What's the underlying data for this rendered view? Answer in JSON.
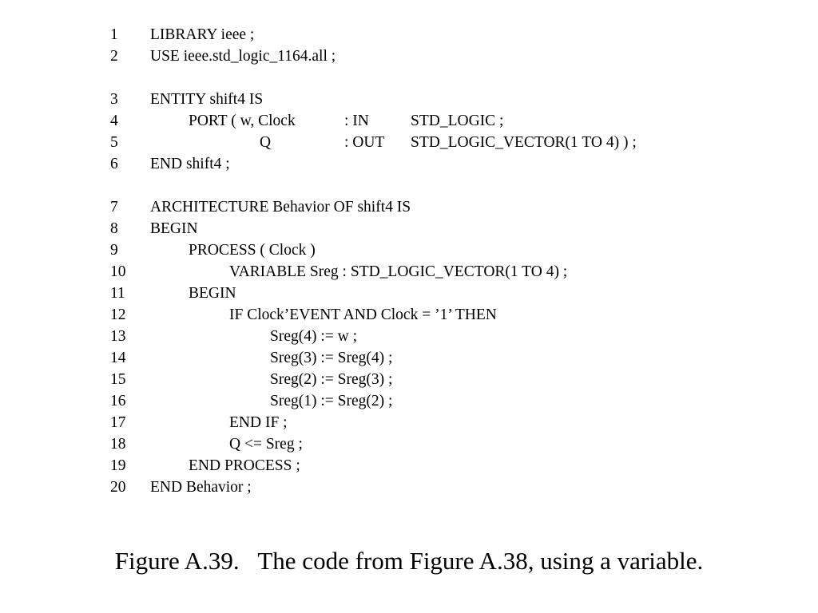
{
  "code_listing": {
    "lines": [
      {
        "number": "1",
        "text": "LIBRARY ieee ;"
      },
      {
        "number": "2",
        "text": "USE ieee.std_logic_1164.all ;"
      },
      {
        "number": "3",
        "text": "ENTITY shift4 IS"
      },
      {
        "number": "4",
        "parts": [
          "PORT ( w, Clock",
          ": IN",
          "STD_LOGIC ;"
        ]
      },
      {
        "number": "5",
        "parts": [
          "Q",
          ": OUT",
          "STD_LOGIC_VECTOR(1 TO 4) ) ;"
        ]
      },
      {
        "number": "6",
        "text": "END shift4 ;"
      },
      {
        "number": "7",
        "text": "ARCHITECTURE Behavior OF shift4 IS"
      },
      {
        "number": "8",
        "text": "BEGIN"
      },
      {
        "number": "9",
        "text": "PROCESS ( Clock )"
      },
      {
        "number": "10",
        "text": "VARIABLE Sreg : STD_LOGIC_VECTOR(1 TO 4) ;"
      },
      {
        "number": "11",
        "text": "BEGIN"
      },
      {
        "number": "12",
        "text": "IF Clock’EVENT AND Clock = ’1’ THEN"
      },
      {
        "number": "13",
        "text": "Sreg(4) := w ;"
      },
      {
        "number": "14",
        "text": "Sreg(3) := Sreg(4) ;"
      },
      {
        "number": "15",
        "text": "Sreg(2) := Sreg(3) ;"
      },
      {
        "number": "16",
        "text": "Sreg(1) := Sreg(2) ;"
      },
      {
        "number": "17",
        "text": "END IF ;"
      },
      {
        "number": "18",
        "text": "Q <= Sreg ;"
      },
      {
        "number": "19",
        "text": "END PROCESS ;"
      },
      {
        "number": "20",
        "text": "END Behavior ;"
      }
    ]
  },
  "caption": {
    "label": "Figure A.39.",
    "text": "The code from Figure A.38, using a variable."
  }
}
